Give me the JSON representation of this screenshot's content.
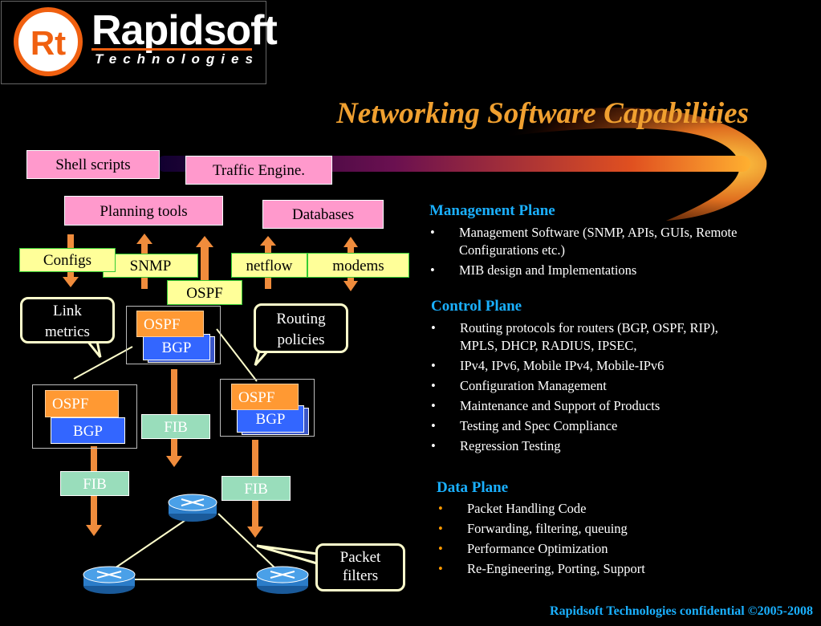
{
  "logo": {
    "mark": "Rt",
    "name": "Rapidsoft",
    "tagline": "Technologies"
  },
  "title": "Networking Software Capabilities",
  "diagram": {
    "shell_scripts": "Shell scripts",
    "traffic_engine": "Traffic Engine.",
    "planning_tools": "Planning tools",
    "databases": "Databases",
    "configs": "Configs",
    "snmp": "SNMP",
    "netflow": "netflow",
    "modems": "modems",
    "ospf_top": "OSPF",
    "link_metrics": "Link metrics",
    "routing_policies": "Routing policies",
    "packet_filters": "Packet filters",
    "node_top": {
      "ospf": "OSPF",
      "bgp": "BGP"
    },
    "node_left": {
      "ospf": "OSPF",
      "bgp": "BGP"
    },
    "node_right": {
      "ospf": "OSPF",
      "bgp": "BGP"
    },
    "fib_center": "FIB",
    "fib_left": "FIB",
    "fib_right": "FIB"
  },
  "management_plane": {
    "heading": "Management Plane",
    "items": [
      "Management Software (SNMP, APIs, GUIs, Remote Configurations etc.)",
      "MIB design and Implementations"
    ]
  },
  "control_plane": {
    "heading": "Control Plane",
    "items": [
      "Routing protocols for routers (BGP, OSPF, RIP), MPLS, DHCP, RADIUS, IPSEC,",
      "IPv4, IPv6, Mobile IPv4, Mobile-IPv6",
      "Configuration Management",
      "Maintenance and Support of Products",
      "Testing and Spec Compliance",
      "Regression Testing"
    ]
  },
  "data_plane": {
    "heading": "Data Plane",
    "items": [
      "Packet Handling Code",
      "Forwarding, filtering, queuing",
      "Performance Optimization",
      "Re-Engineering, Porting, Support"
    ]
  },
  "footer": "Rapidsoft Technologies confidential ©2005-2008",
  "colors": {
    "heading_blue": "#1ab0ff",
    "title_orange": "#f0a030",
    "arrow_orange": "#f08c3c"
  }
}
